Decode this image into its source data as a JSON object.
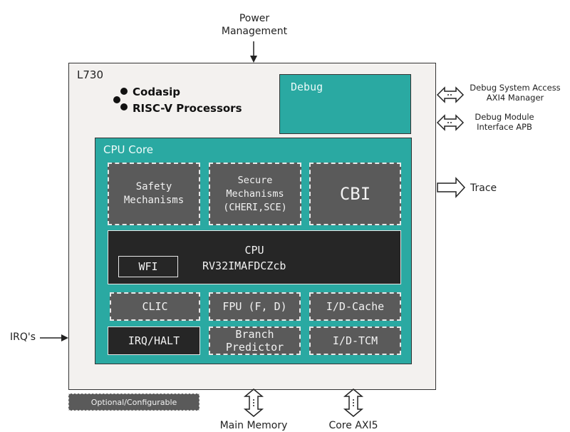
{
  "external": {
    "power_line1": "Power",
    "power_line2": "Management",
    "debug_access_line1": "Debug System Access",
    "debug_access_line2": "AXI4 Manager",
    "debug_module_line1": "Debug Module",
    "debug_module_line2": "Interface APB",
    "trace": "Trace",
    "irqs": "IRQ's",
    "main_memory": "Main Memory",
    "core_axi": "Core AXI5"
  },
  "chip": {
    "name": "L730",
    "brand_line1": "Codasip",
    "brand_line2": "RISC-V Processors",
    "debug": "Debug",
    "cpu_core": "CPU Core"
  },
  "blocks": {
    "safety": "Safety\nMechanisms",
    "secure": "Secure\nMechanisms\n(CHERI,SCE)",
    "cbi": "CBI",
    "cpu": "CPU",
    "isa": "RV32IMAFDCZcb",
    "wfi": "WFI",
    "clic": "CLIC",
    "fpu": "FPU (F, D)",
    "cache": "I/D-Cache",
    "irq_halt": "IRQ/HALT",
    "branch": "Branch\nPredictor",
    "tcm": "I/D-TCM"
  },
  "legend": {
    "optional": "Optional/Configurable"
  },
  "colors": {
    "teal": "#2aa9a2",
    "block_gray": "#5a5a5a",
    "cpu_dark": "#262626",
    "chip_bg": "#f3f1ef"
  }
}
